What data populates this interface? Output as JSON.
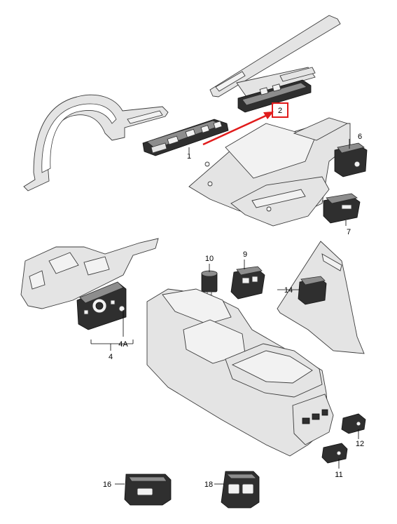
{
  "diagram": {
    "callouts": [
      {
        "id": "c1",
        "text": "1"
      },
      {
        "id": "c2",
        "text": "2"
      },
      {
        "id": "c4",
        "text": "4"
      },
      {
        "id": "c4a",
        "text": "4A"
      },
      {
        "id": "c6",
        "text": "6"
      },
      {
        "id": "c7",
        "text": "7"
      },
      {
        "id": "c9",
        "text": "9"
      },
      {
        "id": "c10",
        "text": "10"
      },
      {
        "id": "c11",
        "text": "11"
      },
      {
        "id": "c12",
        "text": "12"
      },
      {
        "id": "c14",
        "text": "14"
      },
      {
        "id": "c16",
        "text": "16"
      },
      {
        "id": "c18",
        "text": "18"
      }
    ],
    "highlight": {
      "callout": "2",
      "color": "#e11b1b"
    }
  }
}
